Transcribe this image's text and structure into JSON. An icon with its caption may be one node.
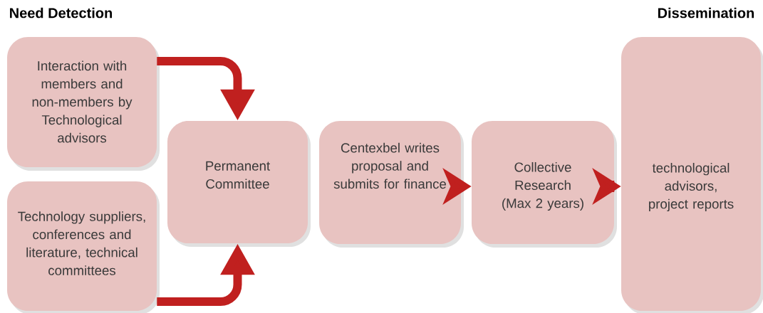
{
  "diagram": {
    "nodes": [
      {
        "text": [
          "Interaction with members and non-members by Technological advisors"
        ]
      },
      {
        "text": [
          "Technology suppliers, conferences and literature, technical committees"
        ]
      },
      {
        "text": [
          "Permanent Committee"
        ]
      },
      {
        "text": [
          "Centexbel writes proposal and submits for finance"
        ]
      },
      {
        "text": [
          "Collective Research (Max 2 years)"
        ]
      },
      {
        "text": [
          "Dissemination",
          "technological advisors, project reports"
        ]
      }
    ],
    "edges": [
      {
        "from": 0,
        "to": 2,
        "arrow": "to"
      },
      {
        "from": 1,
        "to": 2,
        "arrow": "to"
      },
      {
        "from": 3,
        "to": 4,
        "arrow": "to"
      },
      {
        "from": 4,
        "to": 5,
        "arrow": "to"
      }
    ],
    "labels": [
      "Need Detection"
    ]
  }
}
